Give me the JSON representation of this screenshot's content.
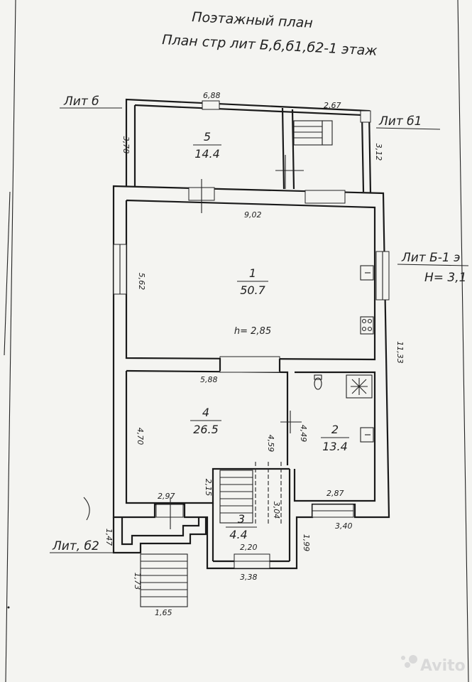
{
  "title": {
    "line1": "Поэтажный план",
    "line2": "План стр  лит Б,б,б1,б2-1 этаж"
  },
  "labels": {
    "lit_b": "Лит  б",
    "lit_b1": "Лит  б1",
    "lit_B1": "Лит  Б-1 э",
    "height": "Н= 3,1",
    "lit_b2": "Лит, б2"
  },
  "rooms": {
    "r5": {
      "no": "5",
      "area": "14.4"
    },
    "r1": {
      "no": "1",
      "area": "50.7",
      "height": "h= 2,85"
    },
    "r4": {
      "no": "4",
      "area": "26.5"
    },
    "r2": {
      "no": "2",
      "area": "13.4"
    },
    "r3": {
      "no": "3",
      "area": "4.4"
    }
  },
  "dims": {
    "d688": "6,88",
    "d267": "2,67",
    "d378": "3,78",
    "d312": "3,12",
    "d902": "9,02",
    "d562": "5,62",
    "d1133": "11,33",
    "d588": "5,88",
    "d470": "4,70",
    "d459": "4,59",
    "d449": "4,49",
    "d215": "2,15",
    "d297": "2,97",
    "d304": "3,04",
    "d287": "2,87",
    "d340": "3,40",
    "d220": "2,20",
    "d199": "1,99",
    "d338": "3,38",
    "d147": "1,47",
    "d173": "1,73",
    "d165": "1,65"
  },
  "watermark": "Avito"
}
